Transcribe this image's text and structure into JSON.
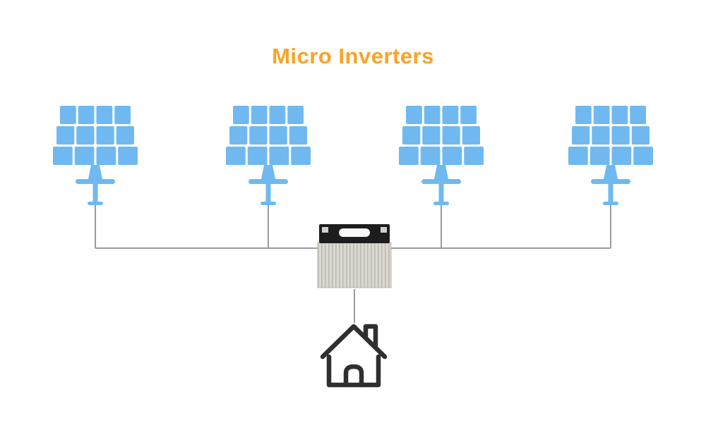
{
  "title": "Micro Inverters",
  "colors": {
    "title": "#F9A326",
    "panel_blue": "#6FB9F0",
    "connector_gray": "#9B9B9B",
    "inverter_cap": "#1D1D1D",
    "inverter_body": "#DAD8D1",
    "house_stroke": "#2F2F2F",
    "background": "#FFFFFF"
  },
  "components": {
    "solar_panels": {
      "count": 4,
      "label": "solar panel"
    },
    "inverter": {
      "label": "micro inverter unit"
    },
    "house": {
      "label": "house"
    }
  }
}
